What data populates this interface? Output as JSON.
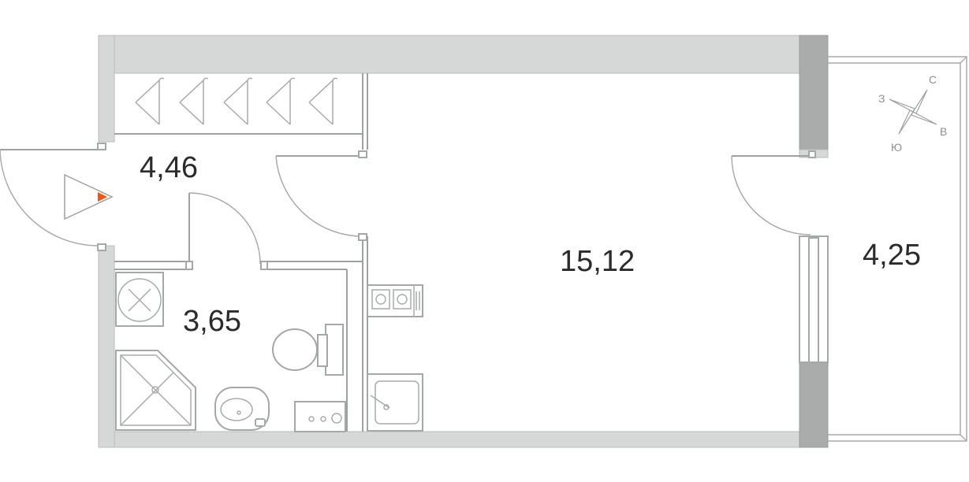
{
  "rooms": [
    {
      "id": "hall",
      "area": "4,46"
    },
    {
      "id": "bathroom",
      "area": "3,65"
    },
    {
      "id": "living",
      "area": "15,12"
    },
    {
      "id": "balcony",
      "area": "4,25"
    }
  ],
  "compass": {
    "north": "С",
    "east": "В",
    "south": "Ю",
    "west": "З"
  },
  "colors": {
    "wall": "#d6d8d7",
    "wall_dark": "#a9acab",
    "line": "#9ea2a1",
    "entry_marker": "#e8581f",
    "text": "#2b2b2b"
  }
}
